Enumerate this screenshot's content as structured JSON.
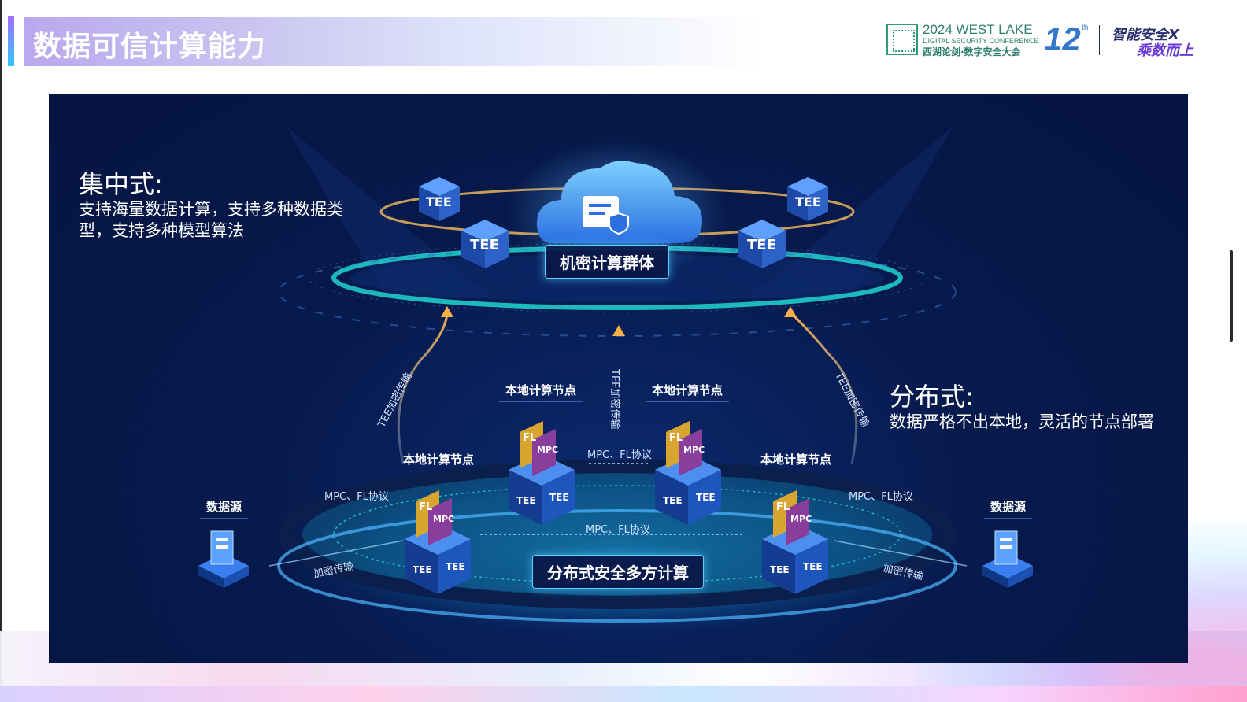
{
  "page_title": "数据可信计算能力",
  "logo": {
    "line1": "2024 WEST LAKE",
    "line2": "DIGITAL SECURITY CONFERENCE",
    "line3": "西湖论剑·数字安全大会",
    "edition": "12",
    "edition_sup": "th",
    "slogan_1": "智能安全X",
    "slogan_2": "乘数而上"
  },
  "centralized": {
    "heading": "集中式:",
    "desc_line1": "支持海量数据计算，支持多种数据类",
    "desc_line2": "型，支持多种模型算法"
  },
  "distributed": {
    "heading": "分布式:",
    "desc": "数据严格不出本地，灵活的节点部署"
  },
  "cluster_title": "机密计算群体",
  "mpc_title": "分布式安全多方计算",
  "tee_label": "TEE",
  "fl_label": "FL",
  "mpc_label": "MPC",
  "local_node_label": "本地计算节点",
  "data_source_label": "数据源",
  "protocol_label": "MPC、FL协议",
  "tee_transfer_label": "TEE加密传输",
  "encrypted_transfer_label": "加密传输",
  "colors": {
    "diagram_bg": "#071a4d",
    "ring_cyan": "#20d5d0",
    "arrow_orange": "#f5b04a",
    "cube_blue": "#2a6bd8",
    "fl_gold": "#d9a531",
    "mpc_purple": "#8a3e9c"
  }
}
